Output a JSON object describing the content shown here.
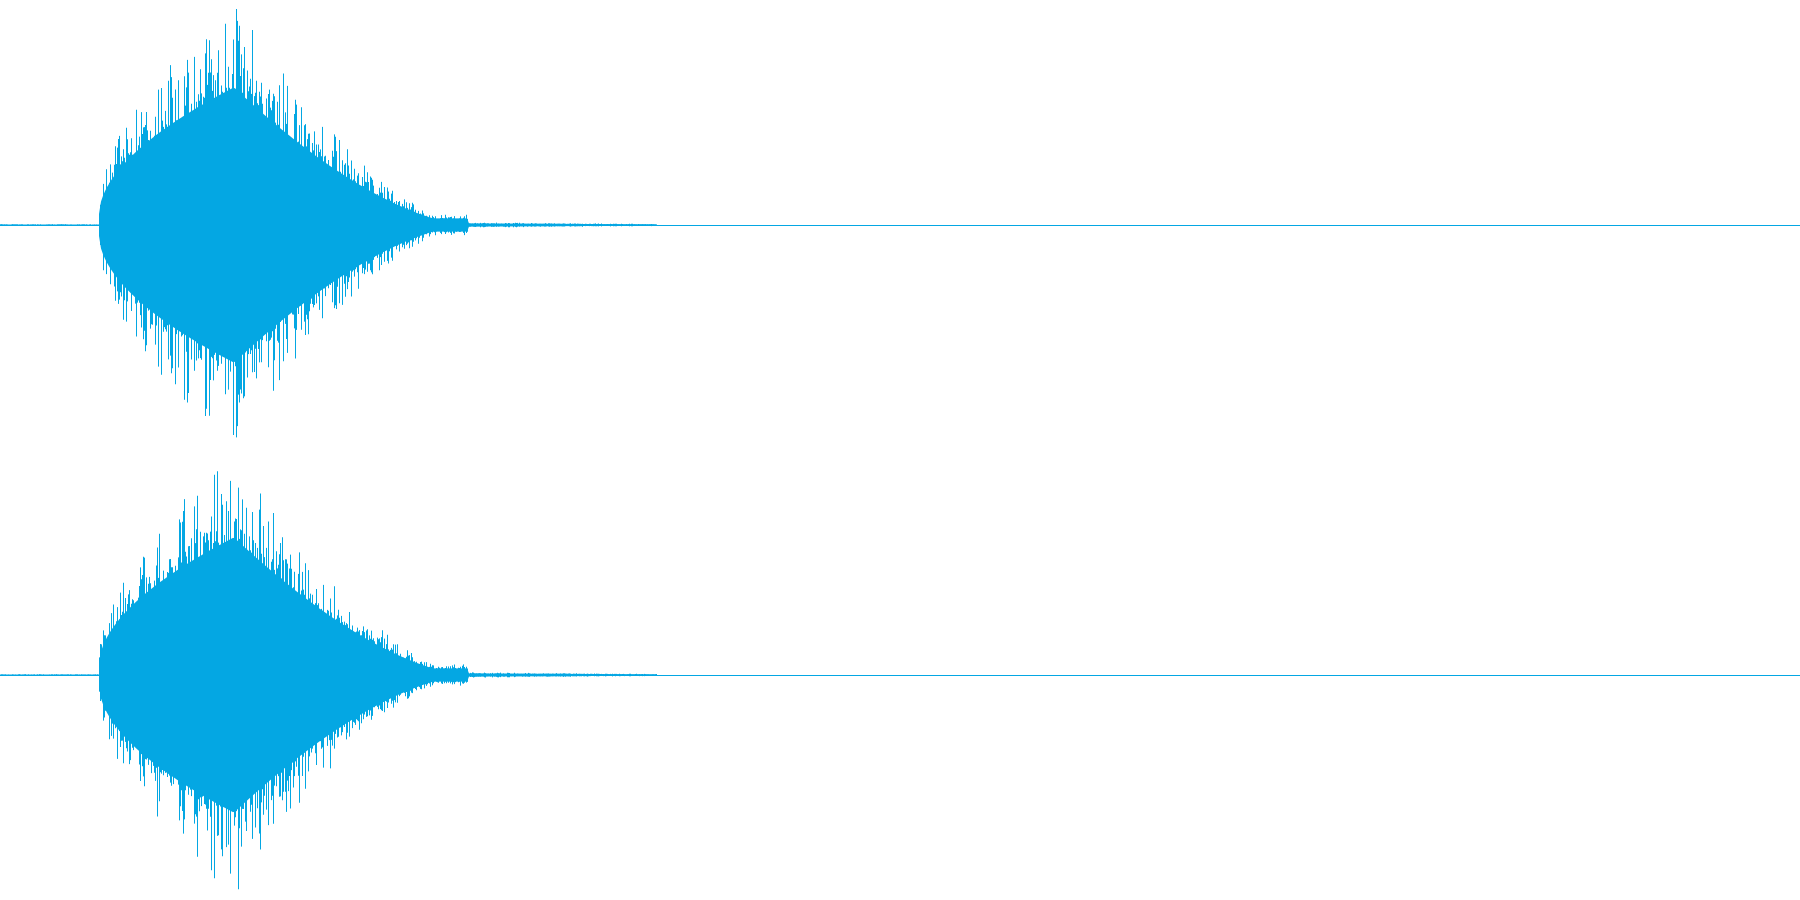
{
  "waveform": {
    "color": "#04A7E3",
    "channel_count": 2,
    "channels": [
      {
        "id": "left"
      },
      {
        "id": "right"
      }
    ],
    "envelope": {
      "onset_fraction": 0.055,
      "peak_fraction": 0.13,
      "decay_end_fraction": 0.26,
      "tail_end_fraction": 0.365,
      "peak_amplitude": 1.0,
      "tail_amplitude": 0.012
    }
  }
}
